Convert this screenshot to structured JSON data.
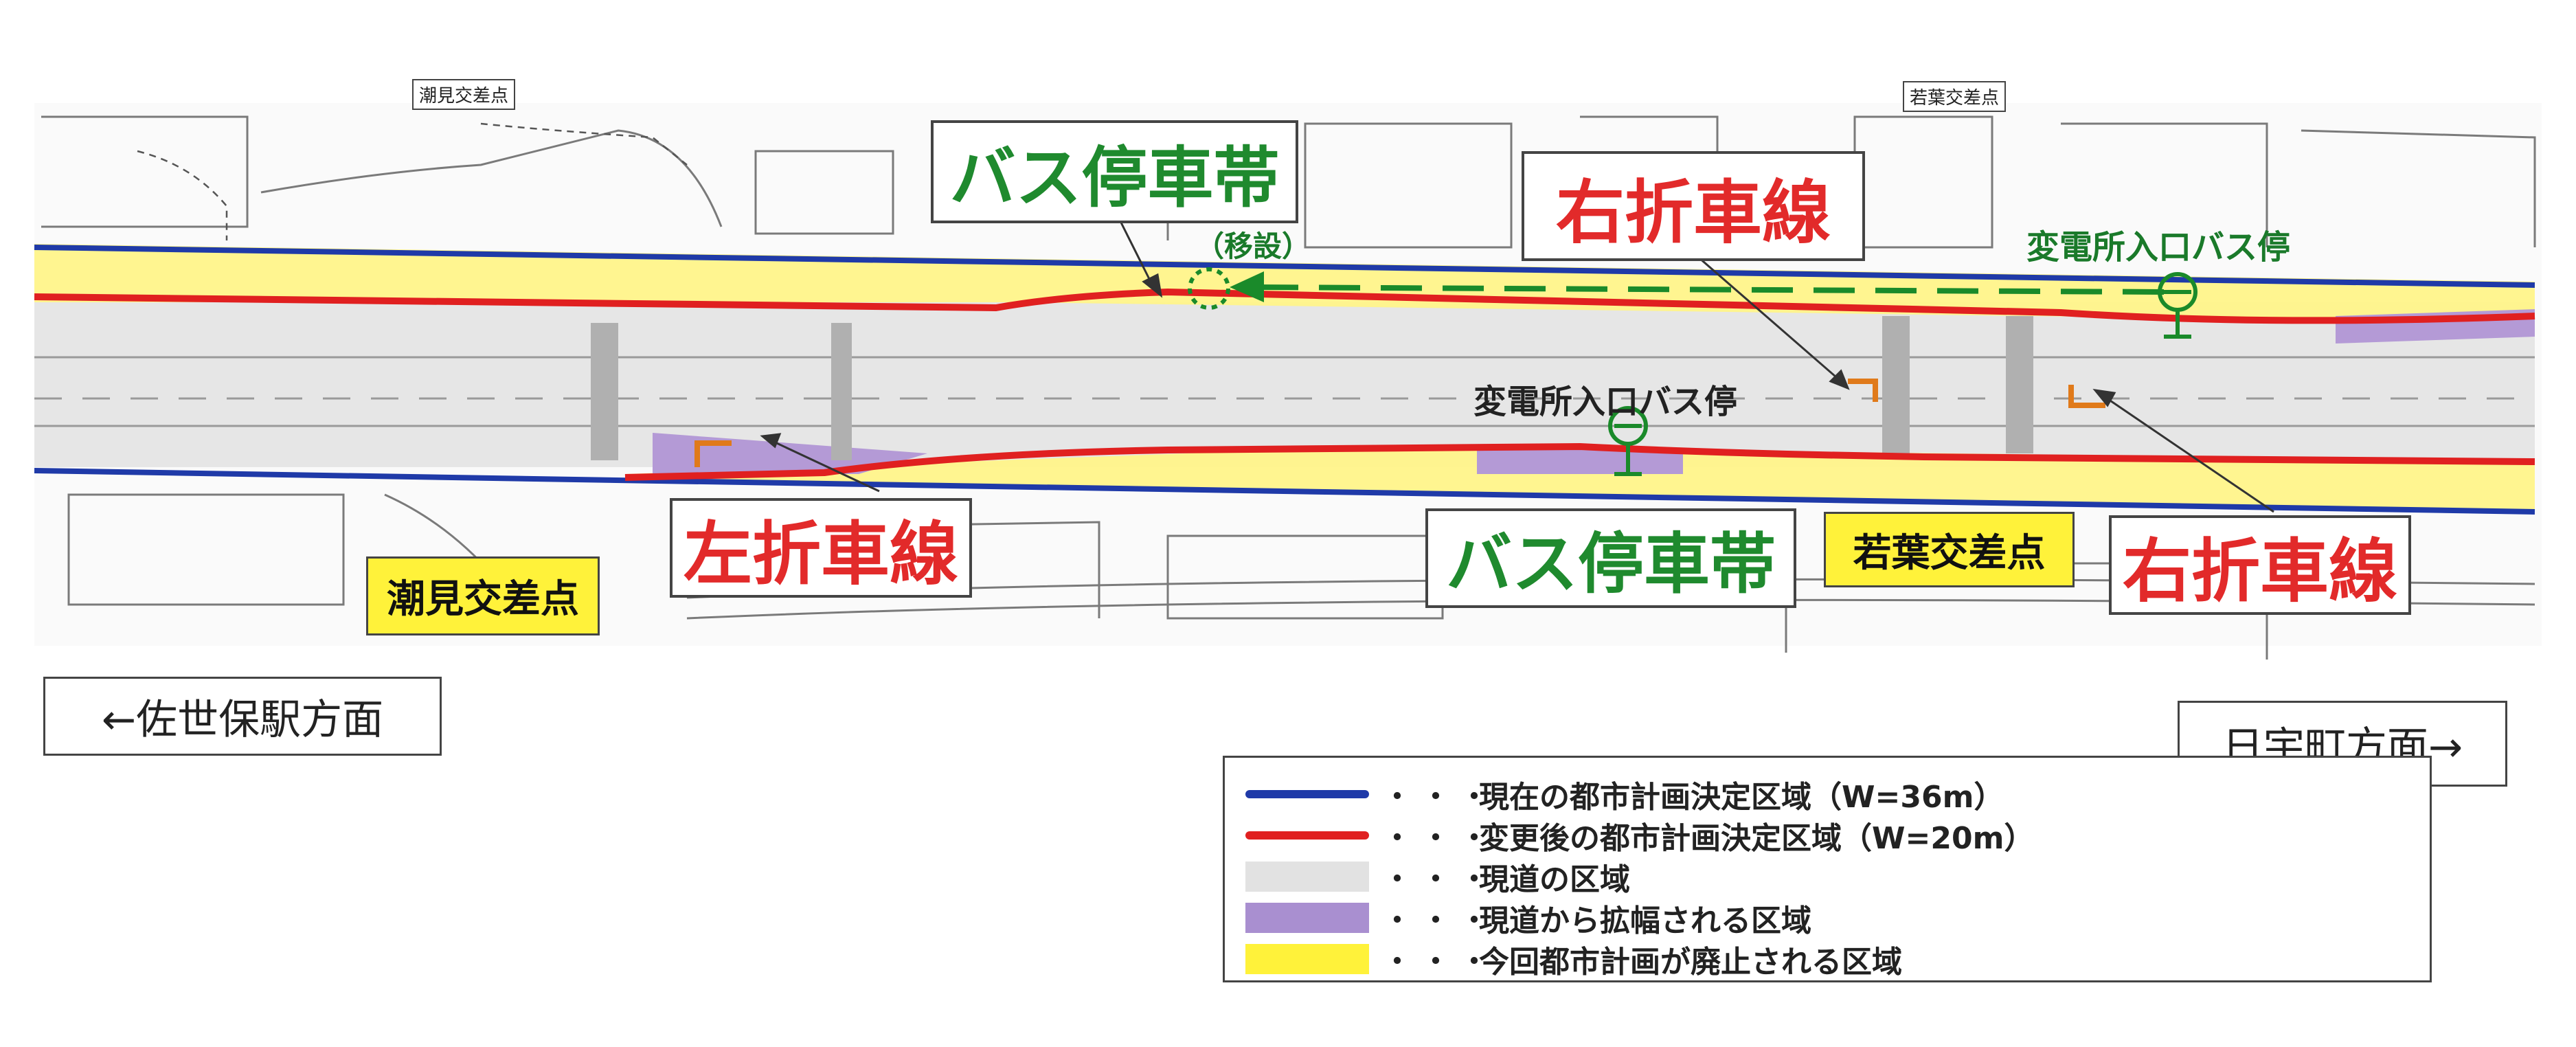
{
  "intersections": {
    "shiomi_top": "潮見交差点",
    "wakaba_top": "若葉交差点",
    "shiomi": "潮見交差点",
    "wakaba": "若葉交差点"
  },
  "callouts": {
    "bus_bay_top": "バス停車帯",
    "bus_bay_bottom": "バス停車帯",
    "right_turn_top": "右折車線",
    "right_turn_bottom": "右折車線",
    "left_turn": "左折車線"
  },
  "bus_stops": {
    "relocation_note": "（移設）",
    "stop_top": "変電所入口バス停",
    "stop_middle": "変電所入口バス停"
  },
  "directions": {
    "left": "←佐世保駅方面",
    "right": "日宇町方面→"
  },
  "legend": {
    "items": [
      {
        "symbol": "blue-line",
        "dots": "・・・",
        "text": "現在の都市計画決定区域（W=36m）",
        "color": "#1f3aa8"
      },
      {
        "symbol": "red-line",
        "dots": "・・・",
        "text": "変更後の都市計画決定区域（W=20m）",
        "color": "#e02020"
      },
      {
        "symbol": "gray-fill",
        "dots": "・・・",
        "text": "現道の区域",
        "color": "#e2e2e2"
      },
      {
        "symbol": "purple-fill",
        "dots": "・・・",
        "text": "現道から拡幅される区域",
        "color": "#a98fd0"
      },
      {
        "symbol": "yellow-fill",
        "dots": "・・・",
        "text": "今回都市計画が廃止される区域",
        "color": "#fff23a"
      }
    ]
  },
  "colors": {
    "current_boundary": "#1f3aa8",
    "new_boundary": "#e02020",
    "existing_road": "#e2e2e2",
    "widened_area": "#a98fd0",
    "abolished_area": "#fff23a",
    "bus_stop": "#1a8a2a",
    "turn_marker": "#e07a1a"
  }
}
